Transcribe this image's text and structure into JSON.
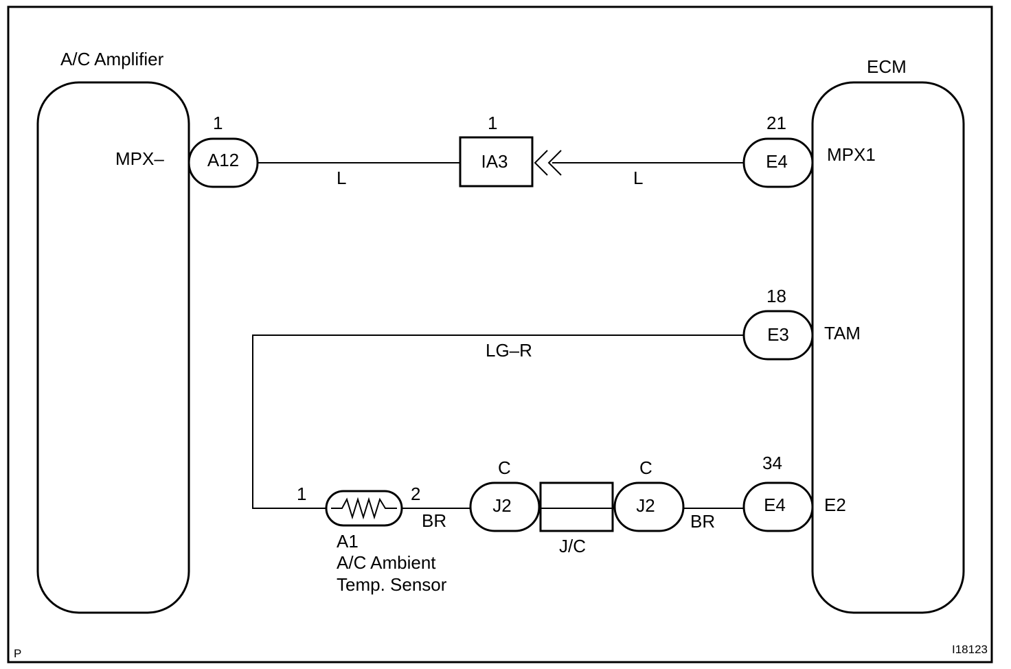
{
  "components": {
    "ac_amplifier": {
      "title": "A/C Amplifier",
      "terminal": "MPX–"
    },
    "ecm": {
      "title": "ECM",
      "terminal_mpx1": "MPX1",
      "terminal_tam": "TAM",
      "terminal_e2": "E2"
    }
  },
  "connectors": {
    "a12": {
      "code": "A12",
      "pin": "1"
    },
    "ia3": {
      "code": "IA3",
      "pin": "1"
    },
    "e4_top": {
      "code": "E4",
      "pin": "21"
    },
    "e3": {
      "code": "E3",
      "pin": "18"
    },
    "e4_bottom": {
      "code": "E4",
      "pin": "34"
    },
    "j2_left": {
      "code": "J2",
      "pin": "C"
    },
    "j2_right": {
      "code": "J2",
      "pin": "C"
    }
  },
  "sensor": {
    "code": "A1",
    "name_line1": "A/C Ambient",
    "name_line2": "Temp. Sensor",
    "pin_left": "1",
    "pin_right": "2"
  },
  "junction_block": {
    "label": "J/C"
  },
  "wires": {
    "mpx_left": "L",
    "mpx_right": "L",
    "tam": "LG–R",
    "br_left": "BR",
    "br_right": "BR"
  },
  "footer": {
    "left_mark": "P",
    "figure_id": "I18123"
  }
}
